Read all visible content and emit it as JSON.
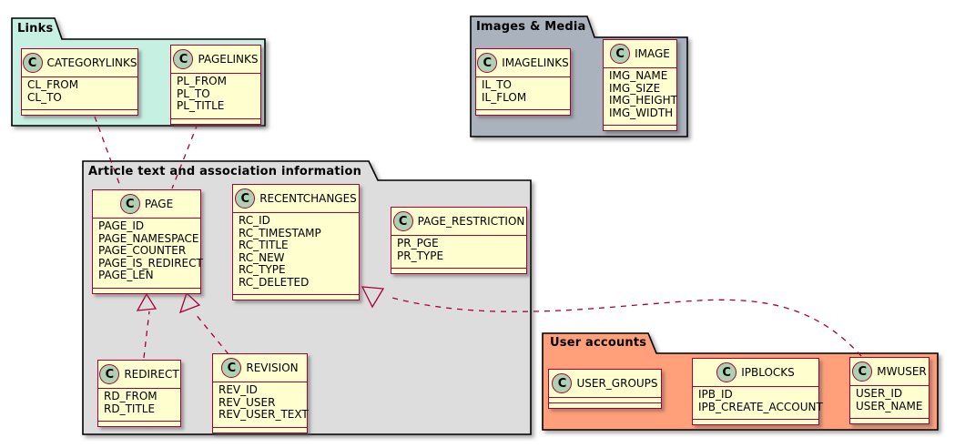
{
  "diagram": {
    "kind": "uml-class-diagram",
    "subject": "MediaWiki database schema packages"
  },
  "icon_letter": "C",
  "colors": {
    "links_package_bg": "#C5F0E2",
    "images_package_bg": "#AAB2BD",
    "article_package_bg": "#DDDDDD",
    "users_package_bg": "#FFA07A",
    "class_fill": "#FEFECE",
    "class_border": "#A80036",
    "circle_fill": "#ADD1B2",
    "package_border": "#000000",
    "edge_color": "#A80036"
  },
  "packages": [
    {
      "name": "Links",
      "classes": [
        {
          "name": "CATEGORYLINKS",
          "attributes": [
            "CL_FROM",
            "CL_TO"
          ]
        },
        {
          "name": "PAGELINKS",
          "attributes": [
            "PL_FROM",
            "PL_TO",
            "PL_TITLE"
          ]
        }
      ]
    },
    {
      "name": "Images & Media",
      "classes": [
        {
          "name": "IMAGELINKS",
          "attributes": [
            "IL_TO",
            "IL_FLOM"
          ]
        },
        {
          "name": "IMAGE",
          "attributes": [
            "IMG_NAME",
            "IMG_SIZE",
            "IMG_HEIGHT",
            "IMG_WIDTH"
          ]
        }
      ]
    },
    {
      "name": "Article text and association information",
      "classes": [
        {
          "name": "PAGE",
          "attributes": [
            "PAGE_ID",
            "PAGE_NAMESPACE",
            "PAGE_COUNTER",
            "PAGE_IS_REDIRECT",
            "PAGE_LEN"
          ]
        },
        {
          "name": "RECENTCHANGES",
          "attributes": [
            "RC_ID",
            "RC_TIMESTAMP",
            "RC_TITLE",
            "RC_NEW",
            "RC_TYPE",
            "RC_DELETED"
          ]
        },
        {
          "name": "PAGE_RESTRICTION",
          "attributes": [
            "PR_PGE",
            "PR_TYPE"
          ]
        },
        {
          "name": "REDIRECT",
          "attributes": [
            "RD_FROM",
            "RD_TITLE"
          ]
        },
        {
          "name": "REVISION",
          "attributes": [
            "REV_ID",
            "REV_USER",
            "REV_USER_TEXT"
          ]
        }
      ]
    },
    {
      "name": "User accounts",
      "classes": [
        {
          "name": "USER_GROUPS",
          "attributes": []
        },
        {
          "name": "IPBLOCKS",
          "attributes": [
            "IPB_ID",
            "IPB_CREATE_ACCOUNT"
          ]
        },
        {
          "name": "MWUSER",
          "attributes": [
            "USER_ID",
            "USER_NAME"
          ]
        }
      ]
    }
  ],
  "relationships": [
    {
      "from": "CATEGORYLINKS",
      "to": "PAGE",
      "style": "dashed-line"
    },
    {
      "from": "PAGELINKS",
      "to": "PAGE",
      "style": "dashed-line"
    },
    {
      "from": "REDIRECT",
      "to": "PAGE",
      "style": "dashed-open-triangle-arrow"
    },
    {
      "from": "REVISION",
      "to": "PAGE",
      "style": "dashed-open-triangle-arrow"
    },
    {
      "from": "MWUSER",
      "to": "RECENTCHANGES",
      "style": "dashed-open-triangle-arrow-curved"
    }
  ]
}
